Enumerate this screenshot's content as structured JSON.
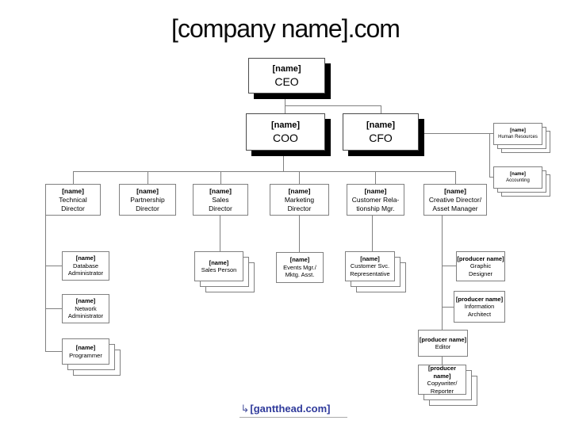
{
  "title": "[company name].com",
  "colors": {
    "line": "#808080",
    "box_border": "#808080",
    "executive_shadow": "#000000",
    "logo_blue": "#2f3a9b",
    "background": "#ffffff"
  },
  "nodes": {
    "ceo": {
      "name": "[name]",
      "role": "CEO"
    },
    "coo": {
      "name": "[name]",
      "role": "COO"
    },
    "cfo": {
      "name": "[name]",
      "role": "CFO"
    },
    "hr": {
      "name": "[name]",
      "role": "Human Resources"
    },
    "accounting": {
      "name": "[name]",
      "role": "Accounting"
    },
    "technical": {
      "name": "[name]",
      "role": "Technical\nDirector"
    },
    "partnership": {
      "name": "[name]",
      "role": "Partnership\nDirector"
    },
    "sales": {
      "name": "[name]",
      "role": "Sales\nDirector"
    },
    "marketing": {
      "name": "[name]",
      "role": "Marketing\nDirector"
    },
    "customer_rel": {
      "name": "[name]",
      "role": "Customer Rela-\ntionship Mgr."
    },
    "creative": {
      "name": "[name]",
      "role": "Creative Director/\nAsset Manager"
    },
    "db_admin": {
      "name": "[name]",
      "role": "Database\nAdministrator"
    },
    "net_admin": {
      "name": "[name]",
      "role": "Network\nAdministrator"
    },
    "programmer": {
      "name": "[name]",
      "role": "Programmer"
    },
    "sales_person": {
      "name": "[name]",
      "role": "Sales Person"
    },
    "events": {
      "name": "[name]",
      "role": "Events Mgr./\nMktg. Asst."
    },
    "cust_svc": {
      "name": "[name]",
      "role": "Customer Svc.\nRepresentative"
    },
    "graphic": {
      "name": "[producer name]",
      "role": "Graphic\nDesigner"
    },
    "info_arch": {
      "name": "[producer name]",
      "role": "Information\nArchitect"
    },
    "editor": {
      "name": "[producer name]",
      "role": "Editor"
    },
    "copywriter": {
      "name": "[producer name]",
      "role": "Copywriter/\nReporter"
    }
  },
  "footer": {
    "logo_arrow": "↳",
    "logo": "[gantthead.com]"
  }
}
